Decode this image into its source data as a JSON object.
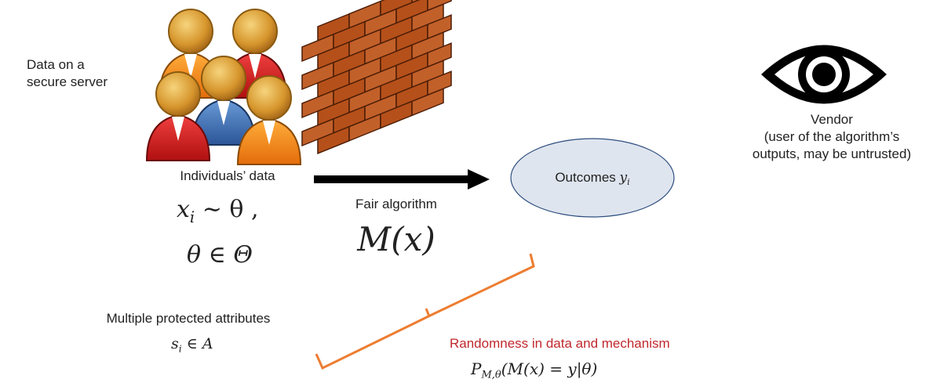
{
  "server": {
    "label_line1": "Data on a",
    "label_line2": "secure server"
  },
  "individuals": {
    "label": "Individuals’ data",
    "formula_line1": "x",
    "formula_line1_sub": "i",
    "formula_line1_rest": " ∼ θ ,",
    "formula_line2": "θ ∈ Θ"
  },
  "algorithm": {
    "label": "Fair algorithm",
    "formula": "M(x)"
  },
  "outcomes": {
    "label": "Outcomes ",
    "symbol": "y",
    "symbol_sub": "i",
    "fill": "#dfe5ef",
    "stroke": "#2f4f7f"
  },
  "vendor": {
    "line1": "Vendor",
    "line2": "(user of the algorithm’s",
    "line3": "outputs, may be untrusted)"
  },
  "attributes": {
    "label": "Multiple protected attributes",
    "formula_main": "s",
    "formula_sub": "i",
    "formula_rest": " ∈ A"
  },
  "randomness": {
    "label": "Randomness in data and mechanism",
    "label_color": "#c0282d",
    "formula_p": "P",
    "formula_sub": "M,θ",
    "formula_rest": "(M(x) = y|θ)"
  },
  "colors": {
    "brace": "#ed7d31",
    "brick": "#b5501a",
    "arrow": "#000000"
  }
}
